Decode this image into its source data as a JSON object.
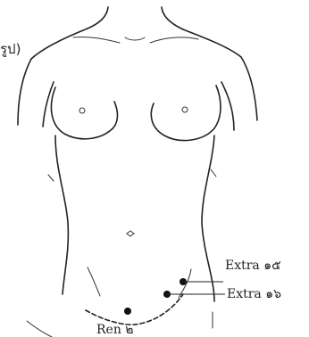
{
  "caption_fragment": "รูป)",
  "acupoints": [
    {
      "id": "extra-15",
      "label": "Extra ๑๕"
    },
    {
      "id": "extra-16",
      "label": "Extra ๑๖"
    },
    {
      "id": "ren-2",
      "label": "Ren ๒"
    }
  ],
  "colors": {
    "ink": "#222222",
    "background": "#ffffff"
  }
}
